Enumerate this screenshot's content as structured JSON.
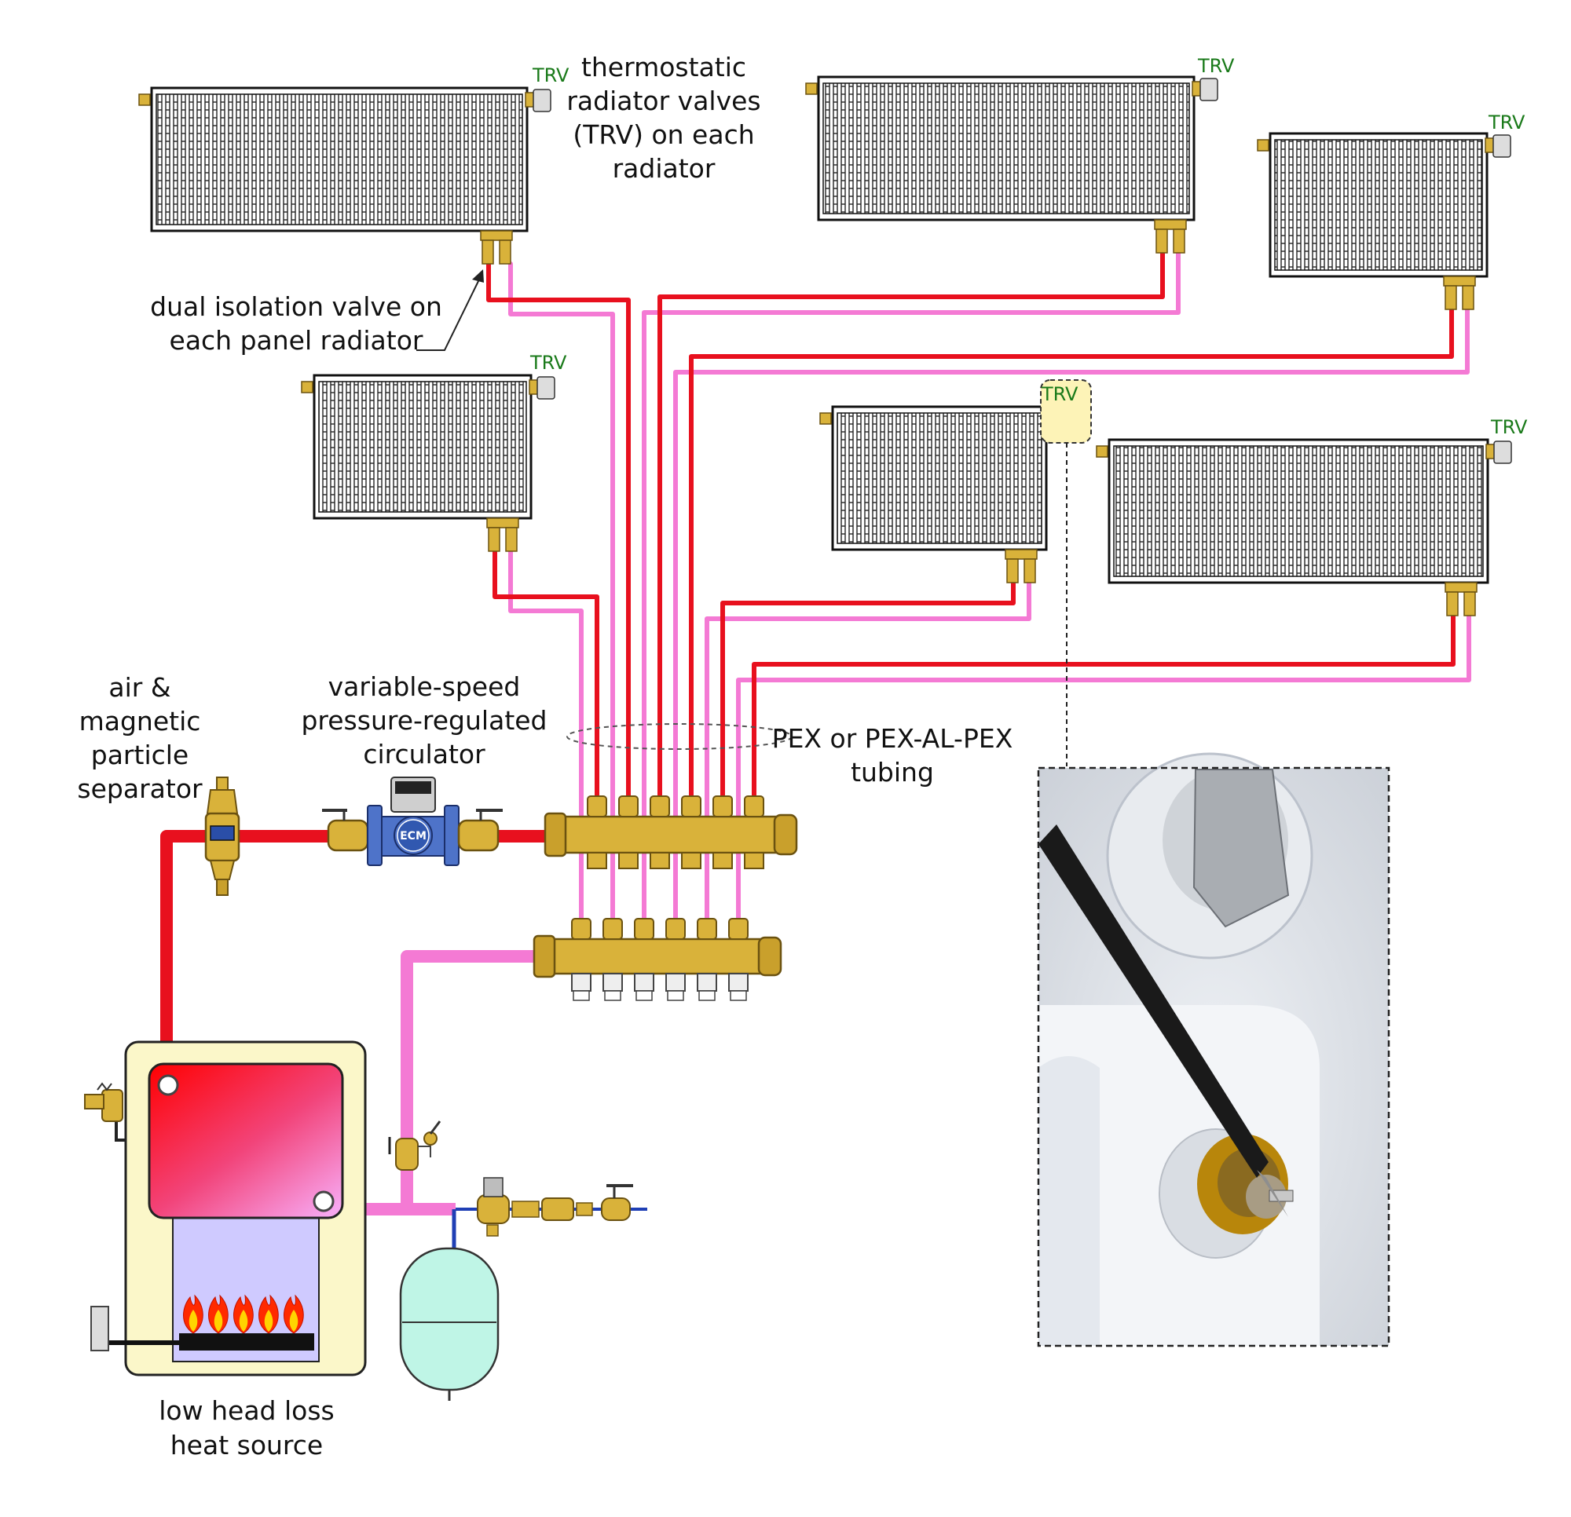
{
  "labels": {
    "trv_callout": [
      "thermostatic",
      "radiator valves",
      "(TRV) on each",
      "radiator"
    ],
    "isolation_valve": [
      "dual isolation valve on",
      "each panel radiator"
    ],
    "separator": [
      "air &",
      "magnetic",
      "particle",
      "separator"
    ],
    "circulator": [
      "variable-speed",
      "pressure-regulated",
      "circulator"
    ],
    "tubing": [
      "PEX or PEX-AL-PEX",
      "tubing"
    ],
    "heat_source": [
      "low head loss",
      "heat source"
    ],
    "trv_tag": "TRV",
    "ecm_badge": "ECM"
  },
  "colors": {
    "supply": "#e8101e",
    "return": "#f47ad4",
    "cold_water": "#1f3fb5",
    "brass": "#d9b23a",
    "trv_text": "#1a7a1a",
    "heat_source_case": "#fbf7c9",
    "combustion_chamber": "#cfcaff",
    "expansion_tank": "#bff5e6",
    "highlight": "#fdf3b7"
  },
  "radiator_count": 6,
  "manifold_ports": 6,
  "photo_inset": {
    "icon": "trv-valve-photo-icon"
  }
}
